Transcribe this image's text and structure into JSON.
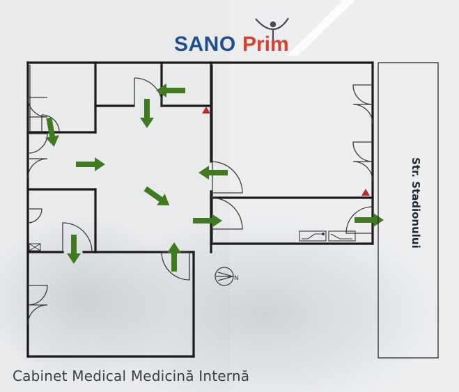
{
  "logo": {
    "sano": "SANO",
    "prim": "Prim",
    "sano_color": "#1f4e8c",
    "prim_color": "#d8402f",
    "icon": "person-icon"
  },
  "street": {
    "label": "Str. Stadionului"
  },
  "caption": {
    "text": "Cabinet Medical Medicină Internă"
  },
  "compass": {
    "letter": "N"
  },
  "colors": {
    "arrow": "#3f7a1f",
    "wall": "#1a1a1a",
    "marker": "#c0282d",
    "glare": "#ffffff"
  },
  "icons": {
    "evacuation_arrow": "arrow-icon",
    "fire_extinguisher": "triangle-marker-icon",
    "staircase": "stairs-icon",
    "compass": "compass-icon"
  }
}
